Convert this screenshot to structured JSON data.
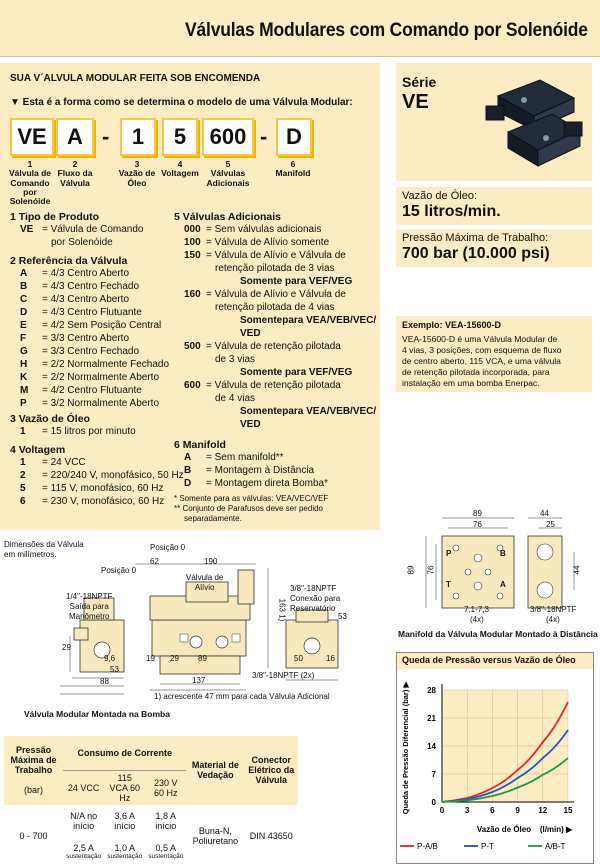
{
  "header": {
    "title": "Válvulas Modulares com Comando por Solenóide"
  },
  "intro": {
    "heading": "SUA V´ALVULA MODULAR FEITA SOB ENCOMENDA",
    "subheading": "▼ Esta é a forma como se determina o modelo de uma Válvula Modular:"
  },
  "code": {
    "boxes": [
      "VE",
      "A",
      "1",
      "5",
      "600",
      "D"
    ],
    "dashes": [
      "-",
      "-",
      "-"
    ],
    "labels": [
      {
        "n": "1",
        "t": "Válvula de Comando por Solenóide"
      },
      {
        "n": "2",
        "t": "Fluxo da Válvula"
      },
      {
        "n": "3",
        "t": "Vazão de Óleo"
      },
      {
        "n": "4",
        "t": "Voltagem"
      },
      {
        "n": "5",
        "t": "Válvulas Adicionais"
      },
      {
        "n": "6",
        "t": "Manifold"
      }
    ]
  },
  "sections": {
    "s1": {
      "title": "1 Tipo de Produto",
      "rows": [
        {
          "k": "VE",
          "v": "= Válvula de Comando"
        },
        {
          "k": "",
          "v": "por Solenóide"
        }
      ]
    },
    "s2": {
      "title": "2 Referência da Válvula",
      "rows": [
        {
          "k": "A",
          "v": "= 4/3 Centro Aberto"
        },
        {
          "k": "B",
          "v": "= 4/3 Centro Fechado"
        },
        {
          "k": "C",
          "v": "= 4/3 Centro Aberto"
        },
        {
          "k": "D",
          "v": "= 4/3 Centro Flutuante"
        },
        {
          "k": "E",
          "v": "= 4/2 Sem Posição Central"
        },
        {
          "k": "F",
          "v": "= 3/3 Centro Aberto"
        },
        {
          "k": "G",
          "v": "= 3/3 Centro Fechado"
        },
        {
          "k": "H",
          "v": "= 2/2 Normalmente Fechado"
        },
        {
          "k": "K",
          "v": "= 2/2 Normalmente Aberto"
        },
        {
          "k": "M",
          "v": "= 4/2 Centro Flutuante"
        },
        {
          "k": "P",
          "v": "= 3/2 Normalmente Aberto"
        }
      ]
    },
    "s3": {
      "title": "3 Vazão de Óleo",
      "rows": [
        {
          "k": "1",
          "v": "= 15 litros por minuto"
        }
      ]
    },
    "s4": {
      "title": "4 Voltagem",
      "rows": [
        {
          "k": "1",
          "v": "= 24 VCC"
        },
        {
          "k": "2",
          "v": "= 220/240 V, monofásico, 50 Hz"
        },
        {
          "k": "5",
          "v": "= 115 V, monofásico, 60 Hz"
        },
        {
          "k": "6",
          "v": "= 230 V, monofásico, 60 Hz"
        }
      ]
    },
    "s5": {
      "title": "5 Válvulas Adicionais",
      "rows": [
        {
          "k": "000",
          "v": "= Sem válvulas adicionais",
          "b": ""
        },
        {
          "k": "100",
          "v": "= Válvula de Alívio somente",
          "b": ""
        },
        {
          "k": "150",
          "v": "= Válvula de Alívio e Válvula de",
          "v2": "retenção pilotada de 3 vias",
          "b": "Somente para VEF/VEG"
        },
        {
          "k": "160",
          "v": "= Válvula de Alívio e Válvula de",
          "v2": "retenção pilotada de 4 vias",
          "b": "Somentepara VEA/VEB/VEC/",
          "b2": "VED"
        },
        {
          "k": "500",
          "v": "= Válvula de retenção pilotada",
          "v2": "de 3 vias",
          "b": "Somente para VEF/VEG"
        },
        {
          "k": "600",
          "v": "= Válvula de retenção pilotada",
          "v2": "de 4 vias",
          "b": "Somentepara VEA/VEB/VEC/",
          "b2": "VED"
        }
      ]
    },
    "s6": {
      "title": "6 Manifold",
      "rows": [
        {
          "k": "A",
          "v": "= Sem manifold**"
        },
        {
          "k": "B",
          "v": "= Montagem à Distância"
        },
        {
          "k": "D",
          "v": "= Montagem direta Bomba*"
        }
      ],
      "notes": [
        "* Somente para as válvulas: VEA/VEC/VEF",
        "** Conjunto de Parafusos deve ser pedido",
        "separadamente."
      ]
    }
  },
  "serie": {
    "label": "Série",
    "name": "VE"
  },
  "specs": {
    "flow_label": "Vazão de Óleo:",
    "flow_value": "15 litros/min.",
    "press_label": "Pressão Máxima de Trabalho:",
    "press_value": "700 bar (10.000 psi)"
  },
  "example": {
    "title": "Exemplo: VEA-15600-D",
    "text": [
      "VEA-15600-D é uma Válvula Modular de",
      "4 vias, 3 posições, com esquema de fluxo",
      "de centro aberto, 115 VCA, e uma válvula",
      "de retenção pilotada incorporada, para",
      "instalação em uma bomba Enerpac."
    ]
  },
  "drawing1": {
    "caption_top": [
      "Dimensões da Válvula",
      "em milímetros."
    ],
    "labels": {
      "pos0a": "Posição 0",
      "pos0b": "Posição 0",
      "relief": "Válvula de",
      "relief2": "Alívio",
      "npt1": "1/4\"-18NPTF",
      "npt1b": "Saída para",
      "npt1c": "Manômetro",
      "npt2": "3/8\"-18NPTF",
      "npt2b": "Conexão para",
      "npt2c": "Reservatório",
      "npt3": "3/8\"-18NPTF (2x)"
    },
    "dims": {
      "d62": "62",
      "d190": "190",
      "d163": "163",
      "d53r": "53",
      "d29": "29",
      "d96": "9,6",
      "d53": "53",
      "d88": "88",
      "d19": "19",
      "d29b": "29",
      "d89": "89",
      "d137": "137",
      "d50": "50",
      "d16": "16",
      "sup": "1)",
      "supB": "1)"
    },
    "footnote": "1) acrescente 47 mm para cada Válvula Adicional",
    "caption": "Válvula Modular Montada na Bomba"
  },
  "drawing2": {
    "dims": {
      "d89": "89",
      "d76": "76",
      "d44": "44",
      "d25": "25",
      "d89v": "89",
      "d76v": "76",
      "d44v": "44",
      "d71": "7,1-7,3",
      "x4a": "(4x)",
      "npt": "3/8\"-18NPTF",
      "x4b": "(4x)"
    },
    "ports": [
      "P",
      "B",
      "T",
      "A"
    ],
    "caption": "Manifold da Válvula Modular Montado à Distância"
  },
  "table": {
    "h_press": "Pressão Máxima de Trabalho",
    "h_unit": "(bar)",
    "h_cur": "Consumo de Corrente",
    "h_mat": "Material de Vedação",
    "h_con": "Conector Elétrico da Válvula",
    "sub": [
      "24 VCC",
      "115 VCA 60 Hz",
      "230 V 60 Hz"
    ],
    "r1": [
      "N/A no início",
      "3,6 A início",
      "1,8 A início"
    ],
    "r2": [
      "2,5 A",
      "1,0 A",
      "0,5 A"
    ],
    "sust": "sustentação",
    "press": "0 - 700",
    "mat": "Buna-N, Poliuretano",
    "con": "DIN 43650"
  },
  "chart_data": {
    "type": "line",
    "title": "Queda de Pressão versus Vazão de Óleo",
    "xlabel": "Vazão de Óleo",
    "xunit": "(l/min)",
    "ylabel": "Queda de Pressão Diferencial (bar)",
    "xlim": [
      0,
      15
    ],
    "ylim": [
      0,
      28
    ],
    "xticks": [
      0,
      3,
      6,
      9,
      12,
      15
    ],
    "yticks": [
      0,
      7,
      14,
      21,
      28
    ],
    "series": [
      {
        "name": "P-A/B",
        "color": "#e0262a",
        "x": [
          0,
          3,
          6,
          9,
          12,
          15
        ],
        "y": [
          0,
          1,
          3.5,
          8,
          15,
          25
        ]
      },
      {
        "name": "P-T",
        "color": "#2255c8",
        "x": [
          0,
          3,
          6,
          9,
          12,
          15
        ],
        "y": [
          0,
          0.7,
          2.5,
          6,
          11,
          18
        ]
      },
      {
        "name": "A/B-T",
        "color": "#1a9a40",
        "x": [
          0,
          3,
          6,
          9,
          12,
          15
        ],
        "y": [
          0,
          0.4,
          1.5,
          3.6,
          6.8,
          11
        ]
      }
    ]
  }
}
